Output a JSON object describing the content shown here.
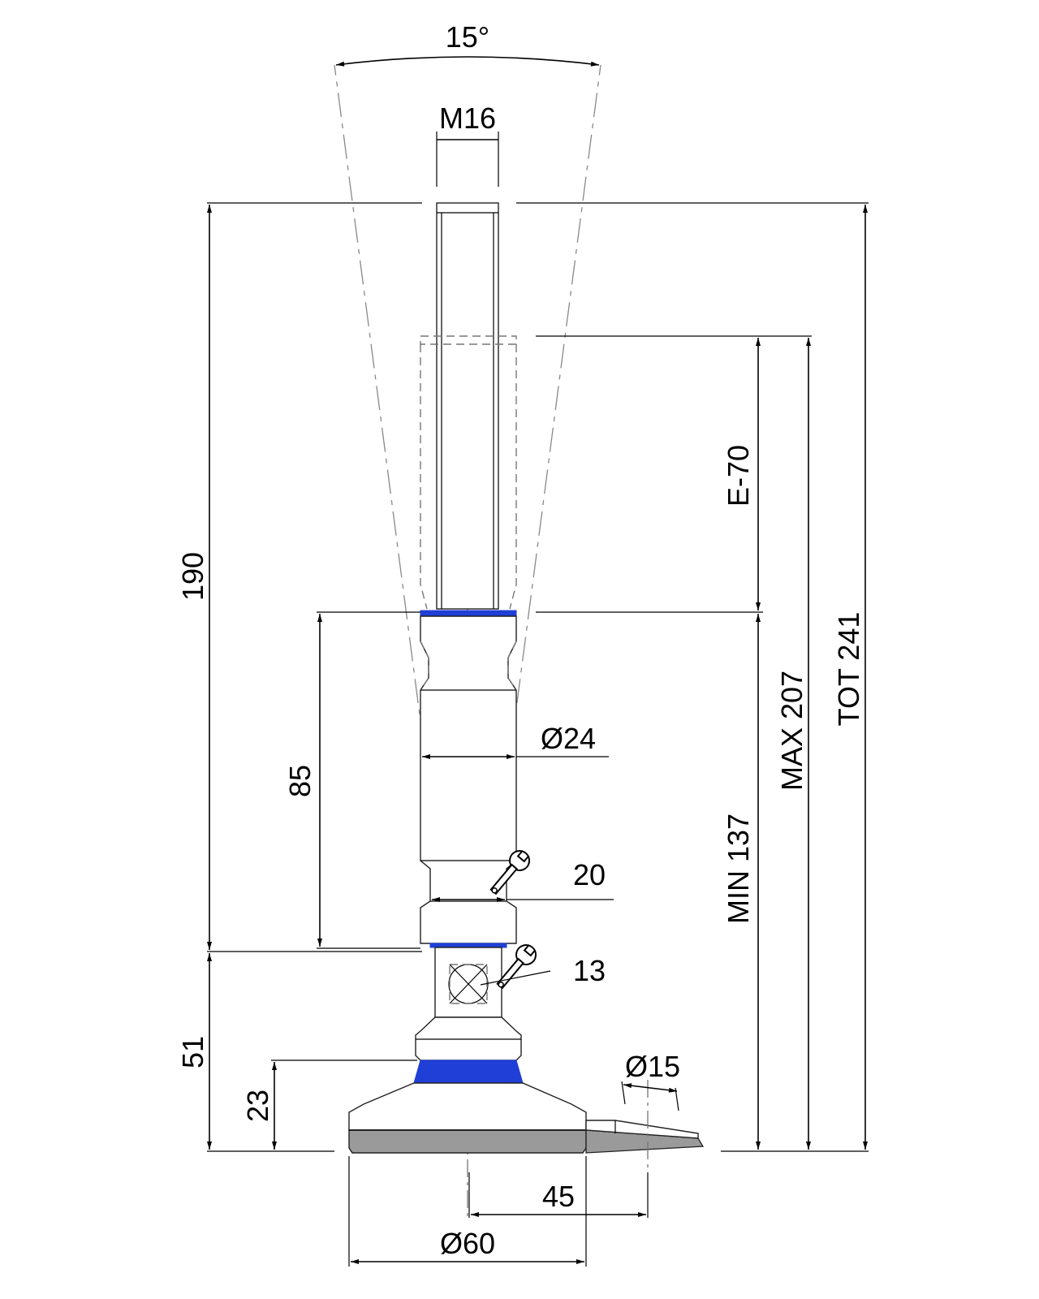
{
  "drawing": {
    "angle_label": "15°",
    "thread_label": "M16",
    "dim_190": "190",
    "dim_e70": "E-70",
    "dim_max": "MAX 207",
    "dim_tot": "TOT 241",
    "dim_85": "85",
    "dim_dia24": "Ø24",
    "dim_min": "MIN 137",
    "wrench_20": "20",
    "wrench_13": "13",
    "dim_51": "51",
    "dim_23": "23",
    "dim_dia15": "Ø15",
    "dim_45": "45",
    "dim_dia60": "Ø60"
  },
  "colors": {
    "accent_blue": "#1f3fd6",
    "base_pad_gray": "#9a9a9a",
    "line": "#000000"
  },
  "icons": [
    "wrench-icon",
    "wrench-icon"
  ]
}
